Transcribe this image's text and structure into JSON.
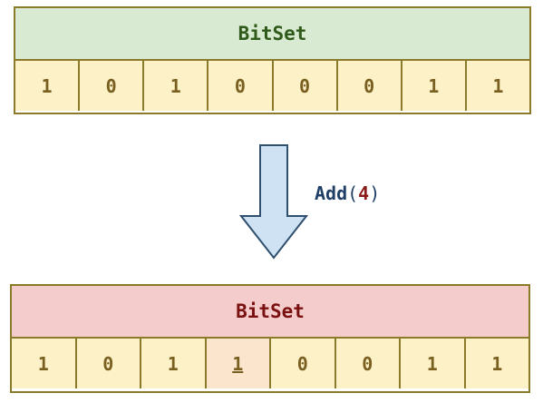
{
  "before": {
    "title": "BitSet",
    "bits": [
      "1",
      "0",
      "1",
      "0",
      "0",
      "0",
      "1",
      "1"
    ]
  },
  "operation": {
    "name": "Add",
    "open_paren": "(",
    "argument": "4",
    "close_paren": ")"
  },
  "after": {
    "title": "BitSet",
    "bits": [
      "1",
      "0",
      "1",
      "1",
      "0",
      "0",
      "1",
      "1"
    ],
    "changed_index": 3
  },
  "colors": {
    "before_header": "#d9ead3",
    "after_header": "#f4cccc",
    "cell": "#fdf1c8",
    "changed_cell": "#fce5cd",
    "arrow_fill": "#cfe2f3",
    "arrow_stroke": "#2f4f6f"
  }
}
